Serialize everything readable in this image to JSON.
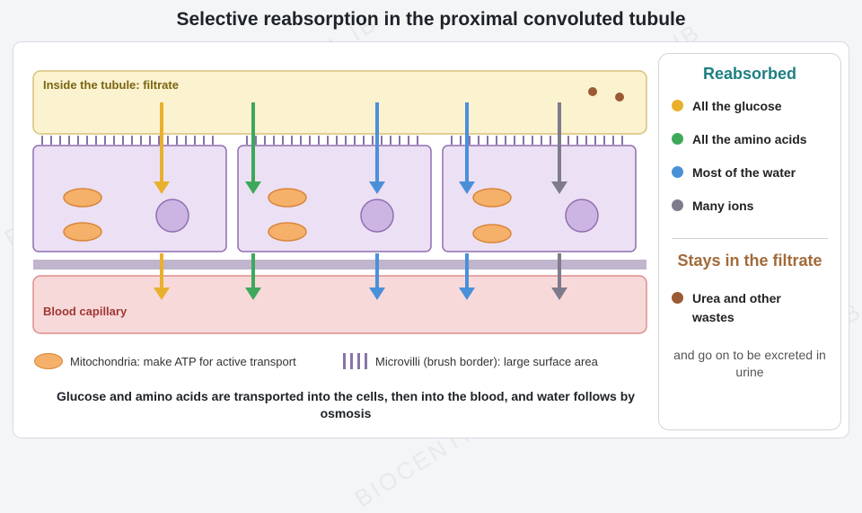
{
  "title": "Selective reabsorption in the proximal convoluted tubule",
  "labels": {
    "filtrate": "Inside the tubule: filtrate",
    "blood": "Blood capillary"
  },
  "legend": {
    "mitochondria": "Mitochondria: make ATP for active transport",
    "microvilli": "Microvilli (brush border): large surface area"
  },
  "summary": "Glucose and amino acids are transported into the cells, then into the blood, and water follows by osmosis",
  "side": {
    "reabsorbed_heading": "Reabsorbed",
    "reabsorbed_items": [
      {
        "label": "All the glucose",
        "color": "#e9b02c"
      },
      {
        "label": "All the amino acids",
        "color": "#3ea85a"
      },
      {
        "label": "Most of the water",
        "color": "#4a90d9"
      },
      {
        "label": "Many ions",
        "color": "#7d7b8c"
      }
    ],
    "stays_heading": "Stays in the filtrate",
    "stays_items": [
      {
        "label": "Urea and other wastes",
        "color": "#9a5a34"
      }
    ],
    "stays_note": "and go on to be excreted in urine"
  },
  "watermark": "BIOCENTRAL IB",
  "colors": {
    "glucose": "#e9b02c",
    "amino_acids": "#3ea85a",
    "water": "#4a90d9",
    "ions": "#7d7b8c",
    "urea": "#9a5a34",
    "cell_fill": "#ece0f4",
    "cell_stroke": "#8f6fb0",
    "mitochondria": "#f5b06a",
    "nucleus": "#cdb5e3",
    "filtrate_fill": "#fbf2cf",
    "blood_fill": "#f8d9d9"
  }
}
